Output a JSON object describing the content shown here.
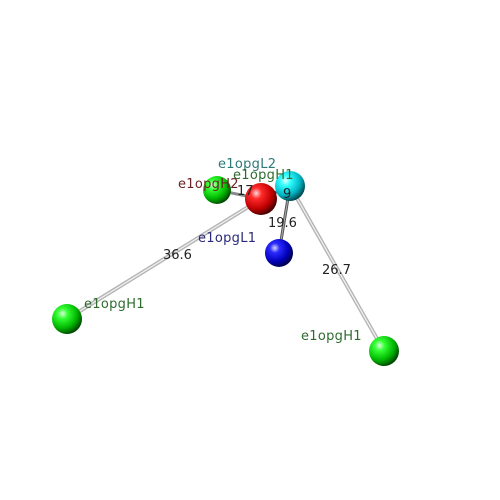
{
  "colors": {
    "background": "#ffffff",
    "bond_stroke": "#bdbdbd",
    "bond_highlight": "#ffffff",
    "label_green": "#2e6b2e",
    "label_teal": "#2f7878",
    "label_darkred": "#6b2323",
    "label_navy": "#2a2a7a"
  },
  "atoms": [
    {
      "id": "g1",
      "label": "e1opgH1",
      "color": "green",
      "label_color": "#2e6b2e"
    },
    {
      "id": "g2",
      "label": "e1opgH1",
      "color": "green",
      "label_color": "#2e6b2e"
    },
    {
      "id": "g3",
      "label": "e1opgH2",
      "color": "green",
      "label_color": "#6b2323"
    },
    {
      "id": "red",
      "label": "",
      "color": "red",
      "label_color": "#6b2323"
    },
    {
      "id": "cyan",
      "label": "e1opgH1",
      "color": "cyan",
      "label_color": "#2e6b2e"
    },
    {
      "id": "blue",
      "label": "e1opgL1",
      "color": "blue",
      "label_color": "#2a2a7a"
    },
    {
      "id": "teal_top",
      "label": "e1opgL2",
      "color": "none",
      "label_color": "#2f7878"
    }
  ],
  "bonds": [
    {
      "id": "b1",
      "from": "red",
      "to": "g1",
      "distance": "36.6"
    },
    {
      "id": "b2",
      "from": "cyan",
      "to": "g2",
      "distance": "26.7"
    },
    {
      "id": "b3",
      "from": "cyan",
      "to": "blue",
      "distance": "19.6"
    },
    {
      "id": "b4",
      "from": "red",
      "to": "cyan",
      "distance": "9"
    },
    {
      "id": "b5",
      "from": "g3",
      "to": "red",
      "distance": "17"
    }
  ]
}
